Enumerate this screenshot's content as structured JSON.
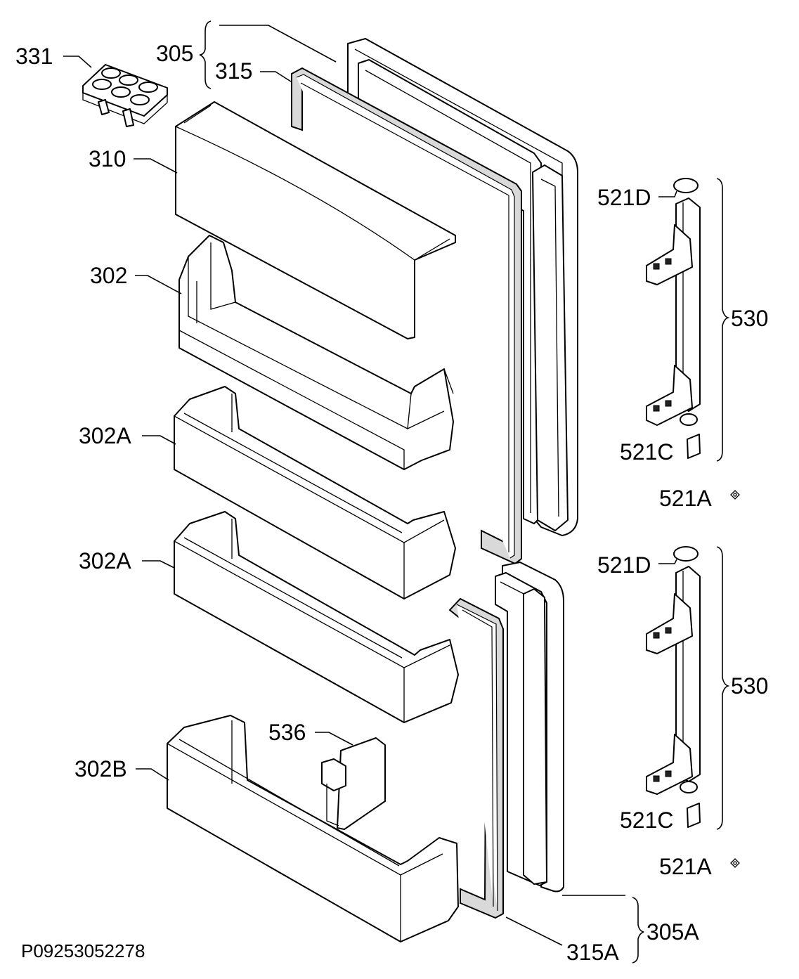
{
  "drawing_code": "P09253052278",
  "labels": {
    "l331": "331",
    "l305": "305",
    "l315": "315",
    "l310": "310",
    "l302": "302",
    "l302a_1": "302A",
    "l302a_2": "302A",
    "l302b": "302B",
    "l536": "536",
    "l521d_1": "521D",
    "l530_1": "530",
    "l521c_1": "521C",
    "l521a_1": "521A",
    "l521d_2": "521D",
    "l530_2": "530",
    "l521c_2": "521C",
    "l521a_2": "521A",
    "l305a": "305A",
    "l315a": "315A"
  }
}
